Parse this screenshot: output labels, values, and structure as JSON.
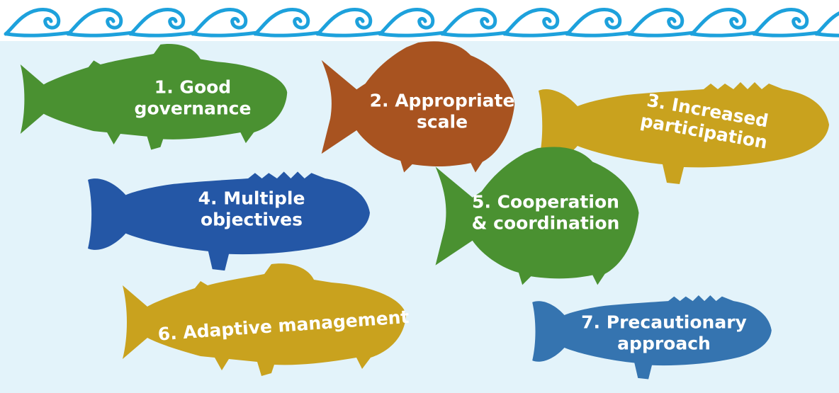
{
  "colors": {
    "water": "#e3f3fa",
    "wave": "#1da1dc",
    "label_text": "#ffffff",
    "green": "#4a9131",
    "rust": "#a85320",
    "gold": "#c9a21e",
    "blue": "#2457a6",
    "steel_blue": "#3574b0"
  },
  "principles": [
    {
      "id": "p1",
      "number": "1.",
      "line1": "Good",
      "line2": "governance",
      "fish_color": "#4a9131",
      "fish_shape": "trout-icon"
    },
    {
      "id": "p2",
      "number": "2.",
      "line1": "Appropriate",
      "line2": "scale",
      "fish_color": "#a85320",
      "fish_shape": "panfish-icon"
    },
    {
      "id": "p3",
      "number": "3.",
      "line1": "Increased",
      "line2": "participation",
      "fish_color": "#c9a21e",
      "fish_shape": "bass-icon"
    },
    {
      "id": "p4",
      "number": "4.",
      "line1": "Multiple",
      "line2": "objectives",
      "fish_color": "#2457a6",
      "fish_shape": "bass-icon"
    },
    {
      "id": "p5",
      "number": "5.",
      "line1": "Cooperation",
      "line2": "& coordination",
      "fish_color": "#4a9131",
      "fish_shape": "panfish-icon"
    },
    {
      "id": "p6",
      "number": "6.",
      "line1": "Adaptive management",
      "line2": "",
      "fish_color": "#c9a21e",
      "fish_shape": "trout-icon"
    },
    {
      "id": "p7",
      "number": "7.",
      "line1": "Precautionary",
      "line2": "approach",
      "fish_color": "#3574b0",
      "fish_shape": "bass-icon"
    }
  ]
}
